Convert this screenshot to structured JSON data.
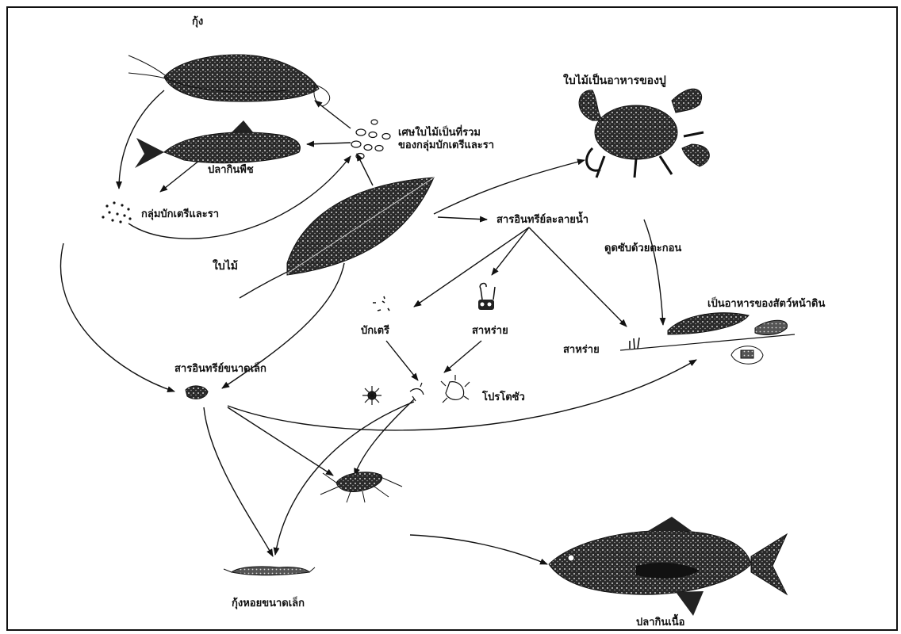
{
  "labels": {
    "shrimp": "กุ้ง",
    "leaf_debris": "เศษใบไม้เป็นที่รวมของกลุ่มบักเตรีและรา",
    "herbivore_fish": "ปลากินพืช",
    "bacteria_fungi": "กลุ่มบักเตรีและรา",
    "leaf": "ใบไม้",
    "crab_food": "ใบไม้เป็นอาหารของปู",
    "dissolved_organic": "สารอินทรีย์ละลายน้ำ",
    "absorbed_sediment": "ดูดซับด้วยตะกอน",
    "benthic_food": "เป็นอาหารของสัตว์หน้าดิน",
    "bacteria": "บักเตรี",
    "algae": "สาหร่าย",
    "algae_bottom": "สาหร่าย",
    "protozoa": "โปรโตซัว",
    "small_organic": "สารอินทรีย์ขนาดเล็ก",
    "small_shellfish": "กุ้งหอยขนาดเล็ก",
    "carnivore_fish": "ปลากินเนื้อ"
  }
}
